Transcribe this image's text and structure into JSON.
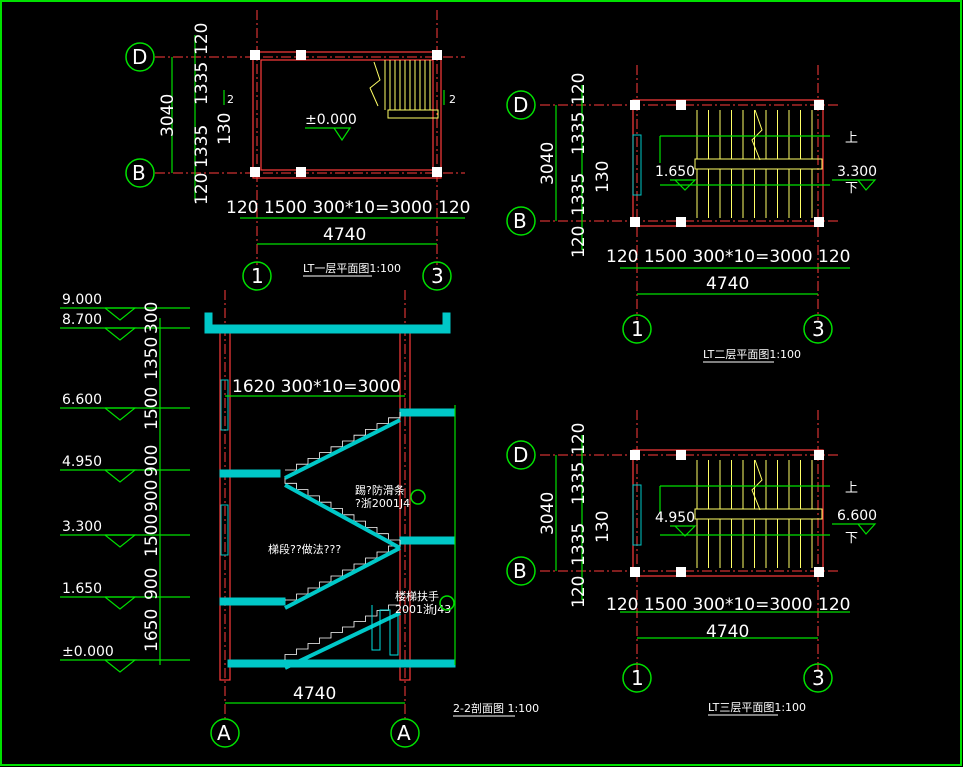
{
  "plan1": {
    "axis_d": "D",
    "axis_b": "B",
    "axis_1": "1",
    "axis_3": "3",
    "dim_top": "120",
    "dim_1335a": "1335",
    "dim_130": "130",
    "dim_1335b": "1335",
    "dim_bottom": "120",
    "dim_total": "3040",
    "dim_row": "120  1500 300*10=3000 120",
    "dim_width": "4740",
    "level": "±0.000",
    "sec_mark": "2",
    "title": "LT一层平面图1:100"
  },
  "plan2": {
    "axis_d": "D",
    "axis_b": "B",
    "axis_1": "1",
    "axis_3": "3",
    "dim_top": "120",
    "dim_1335a": "1335",
    "dim_130": "130",
    "dim_1335b": "1335",
    "dim_bottom": "120",
    "dim_total": "3040",
    "dim_row": "120  1500 300*10=3000 120",
    "dim_width": "4740",
    "level_left": "1.650",
    "level_right": "3.300",
    "up": "上",
    "down": "下",
    "title": "LT二层平面图1:100"
  },
  "plan3": {
    "axis_d": "D",
    "axis_b": "B",
    "axis_1": "1",
    "axis_3": "3",
    "dim_top": "120",
    "dim_1335a": "1335",
    "dim_130": "130",
    "dim_1335b": "1335",
    "dim_bottom": "120",
    "dim_total": "3040",
    "dim_row": "120  1500 300*10=3000 120",
    "dim_width": "4740",
    "level_left": "4.950",
    "level_right": "6.600",
    "up": "上",
    "down": "下",
    "title": "LT三层平面图1:100"
  },
  "section": {
    "levels": [
      "9.000",
      "8.700",
      "6.600",
      "4.950",
      "3.300",
      "1.650",
      "±0.000"
    ],
    "heights": [
      "300",
      "1350",
      "1500",
      "900",
      "900",
      "1500",
      "900",
      "1650"
    ],
    "dim_top": "1620  300*10=3000",
    "note_1": "踢?防滑条",
    "note_1b": "?浙2001J4",
    "note_2": "梯段??做法???",
    "note_3": "楼梯扶手",
    "note_3b": "2001浙J43",
    "dim_width": "4740",
    "axis_a1": "A",
    "axis_a2": "A",
    "title": "2-2剖面图 1:100"
  }
}
